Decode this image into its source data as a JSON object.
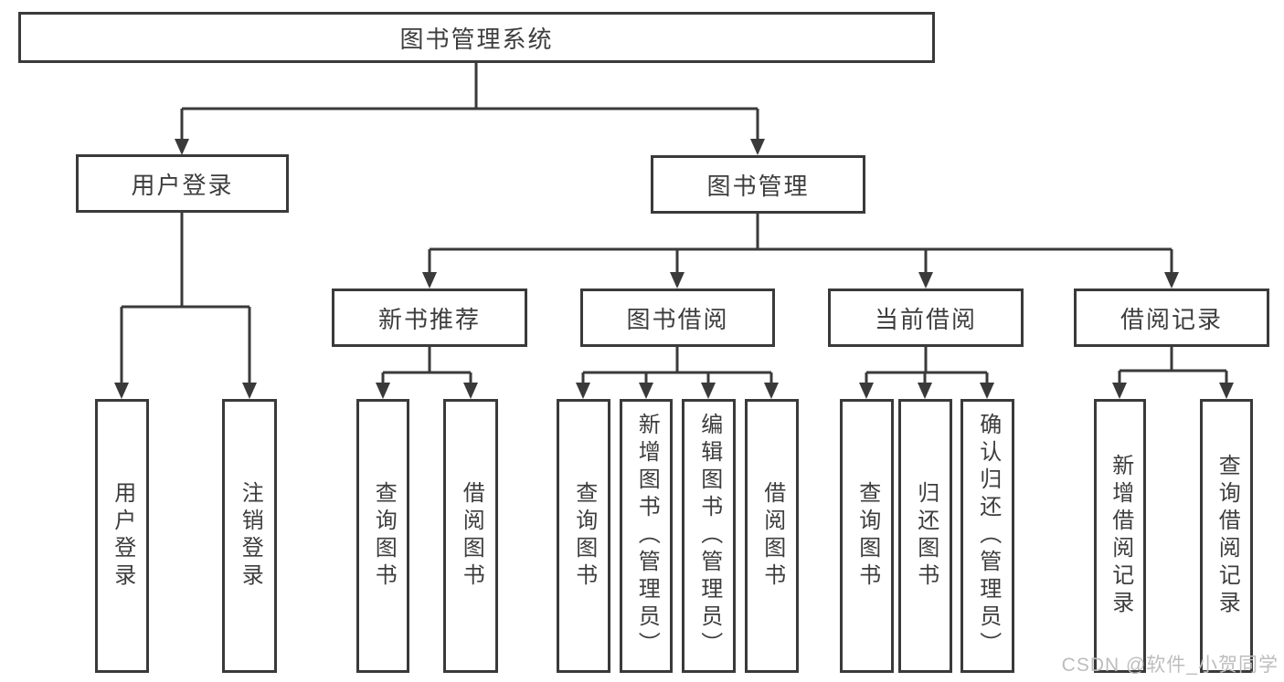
{
  "tree": {
    "label": "图书管理系统",
    "children": [
      {
        "label": "用户登录",
        "children": [
          {
            "label": "用户登录"
          },
          {
            "label": "注销登录"
          }
        ]
      },
      {
        "label": "图书管理",
        "children": [
          {
            "label": "新书推荐",
            "children": [
              {
                "label": "查询图书"
              },
              {
                "label": "借阅图书"
              }
            ]
          },
          {
            "label": "图书借阅",
            "children": [
              {
                "label": "查询图书"
              },
              {
                "label": "新增图书（管理员）"
              },
              {
                "label": "编辑图书（管理员）"
              },
              {
                "label": "借阅图书"
              }
            ]
          },
          {
            "label": "当前借阅",
            "children": [
              {
                "label": "查询图书"
              },
              {
                "label": "归还图书"
              },
              {
                "label": "确认归还（管理员）"
              }
            ]
          },
          {
            "label": "借阅记录",
            "children": [
              {
                "label": "新增借阅记录"
              },
              {
                "label": "查询借阅记录"
              }
            ]
          }
        ]
      }
    ]
  },
  "watermark": {
    "text": "CSDN @软件_小贺同学"
  },
  "colors": {
    "line": "#3a3a3a",
    "text": "#3d3d3d",
    "background": "#ffffff",
    "watermark": "#bdbdbd"
  }
}
